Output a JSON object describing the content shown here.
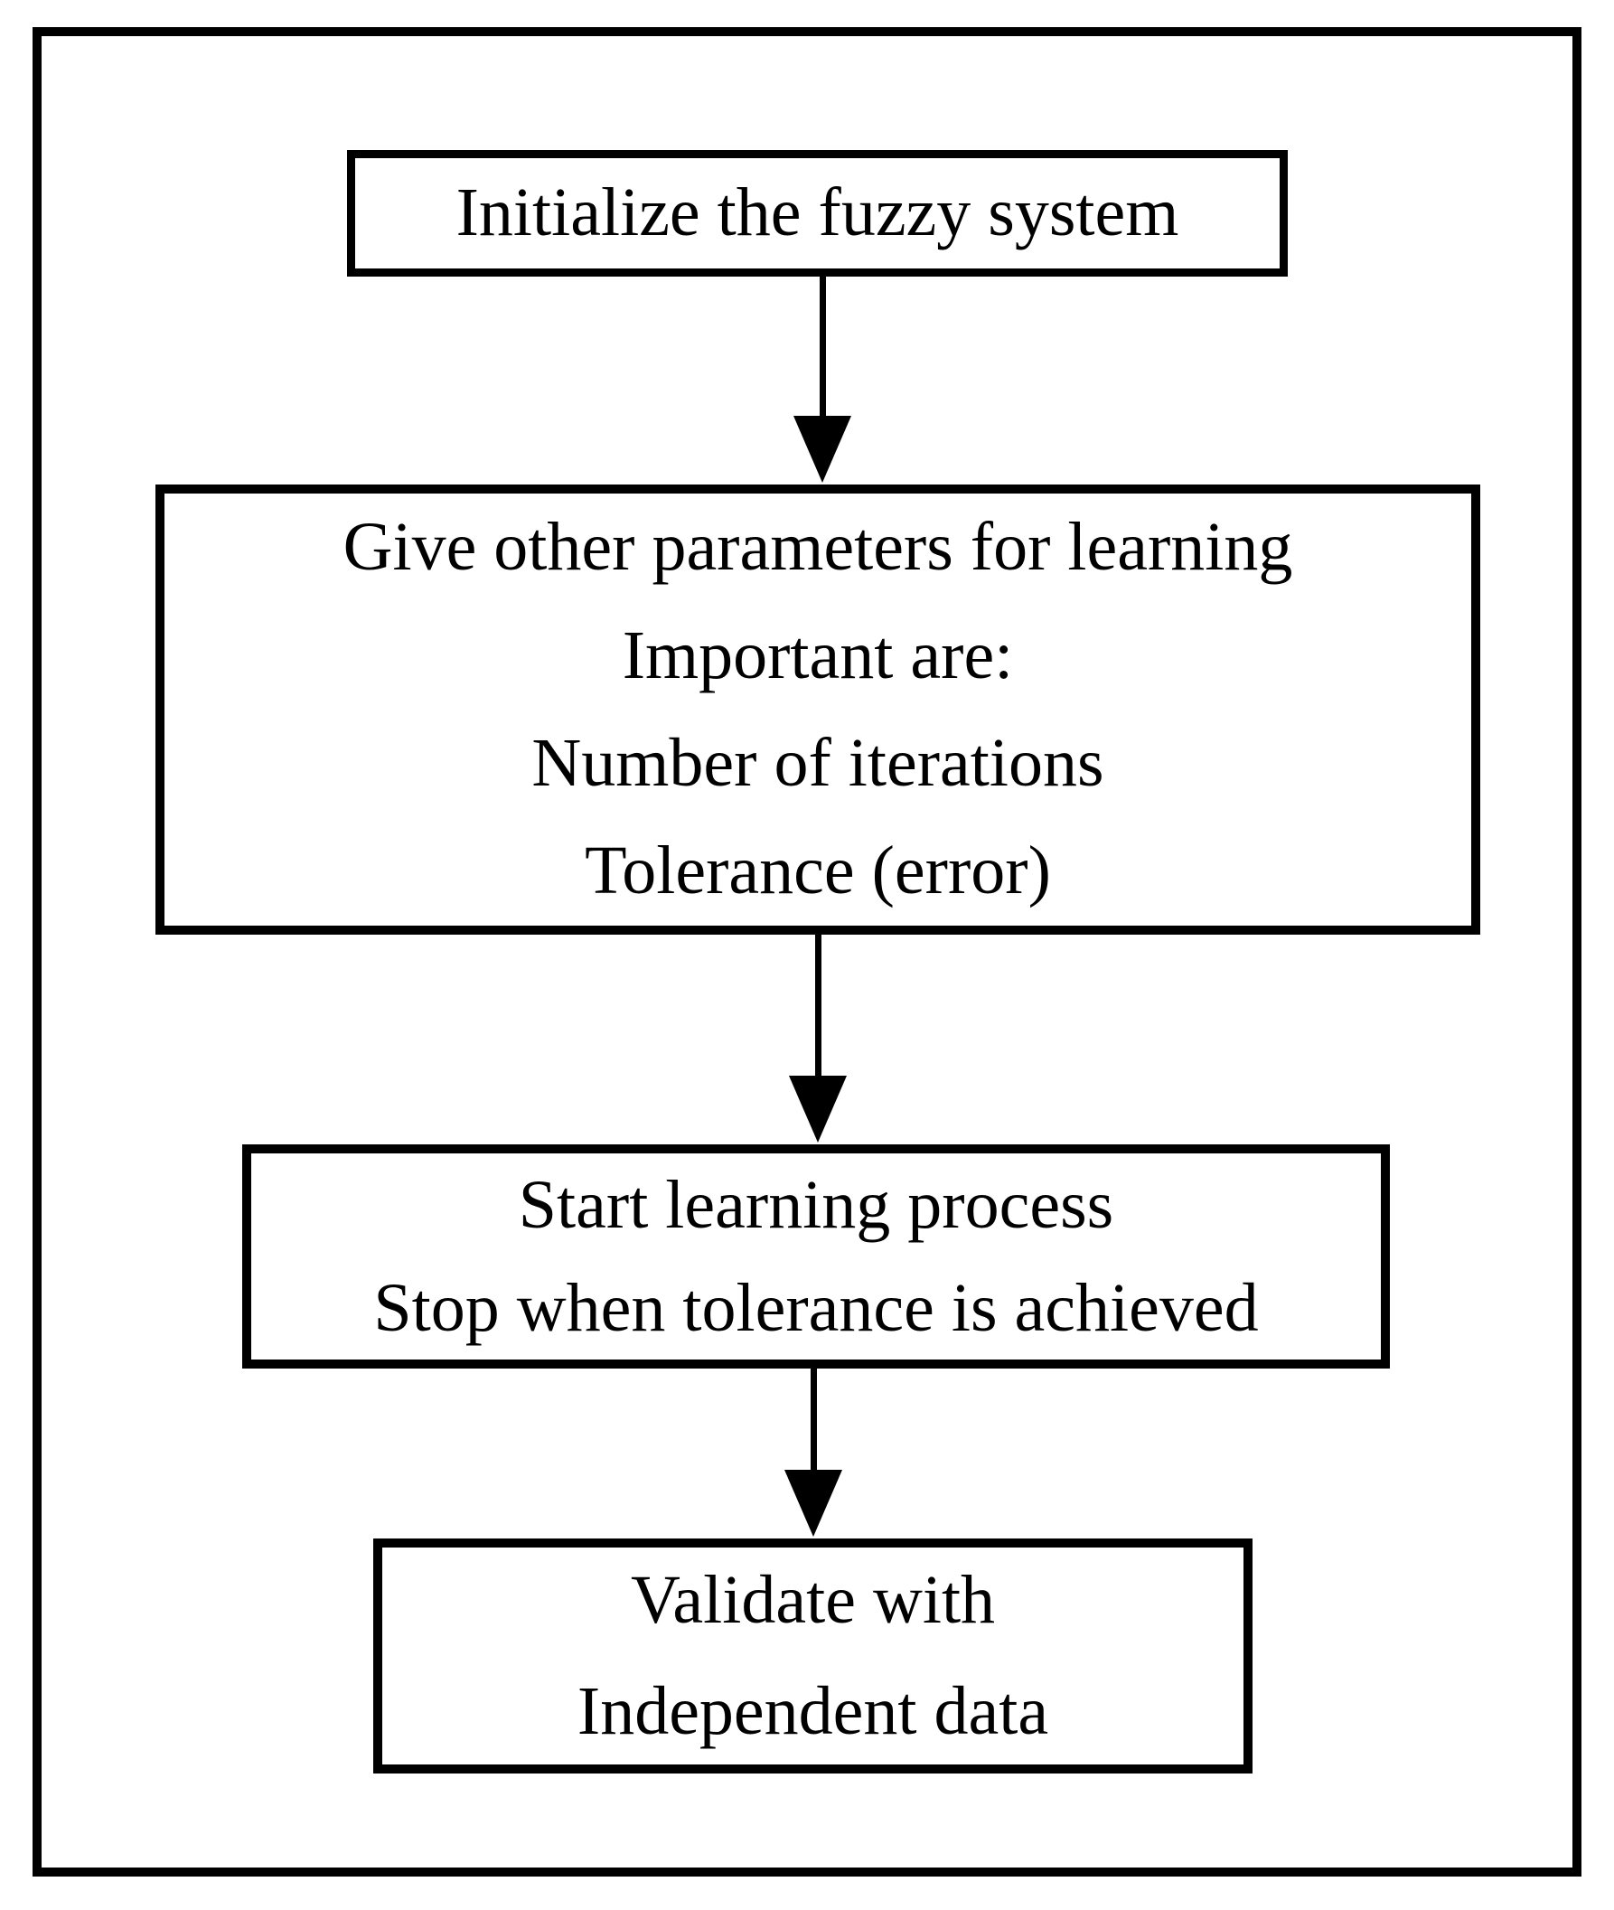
{
  "flowchart": {
    "type": "flowchart",
    "direction": "top-down",
    "colors": {
      "stroke": "#000000",
      "text": "#000000",
      "background": "#ffffff"
    },
    "nodes": [
      {
        "id": "initialize",
        "lines": [
          "Initialize the fuzzy system"
        ]
      },
      {
        "id": "parameters",
        "lines": [
          "Give other parameters for learning",
          "Important are:",
          "Number of iterations",
          "Tolerance (error)"
        ]
      },
      {
        "id": "learning",
        "lines": [
          "Start learning process",
          "Stop when tolerance is achieved"
        ]
      },
      {
        "id": "validate",
        "lines": [
          "Validate with",
          "Independent data"
        ]
      }
    ],
    "edges": [
      {
        "from": "initialize",
        "to": "parameters",
        "style": "arrow-down"
      },
      {
        "from": "parameters",
        "to": "learning",
        "style": "arrow-down"
      },
      {
        "from": "learning",
        "to": "validate",
        "style": "arrow-down"
      }
    ]
  }
}
